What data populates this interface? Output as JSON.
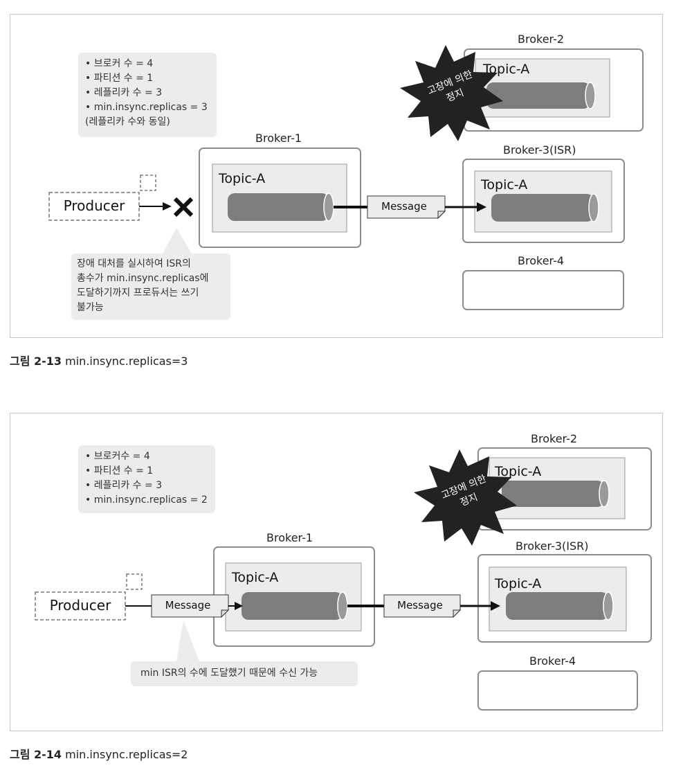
{
  "figures": [
    {
      "notes": [
        "• 브로커 수 = 4",
        "• 파티션 수 = 1",
        "• 레플리카 수 = 3",
        "• min.insync.replicas = 3",
        " (레플리카 수와 동일)"
      ],
      "broker1": "Broker-1",
      "broker2": "Broker-2",
      "broker3": "Broker-3(ISR)",
      "broker4": "Broker-4",
      "topic": "Topic-A",
      "producer": "Producer",
      "message": "Message",
      "failure": [
        "고장에 의한",
        "정지"
      ],
      "callout": [
        "장애 대처를 실시하여 ISR의",
        "총수가 min.insync.replicas에",
        "도달하기까지 프로듀서는 쓰기",
        "불가능"
      ],
      "caption_num": "그림 2-13",
      "caption_text": " min.insync.replicas=3"
    },
    {
      "notes": [
        "• 브로커수 = 4",
        "• 파티션 수 = 1",
        "• 레플리카 수 = 3",
        "• min.insync.replicas = 2"
      ],
      "broker1": "Broker-1",
      "broker2": "Broker-2",
      "broker3": "Broker-3(ISR)",
      "broker4": "Broker-4",
      "topic": "Topic-A",
      "producer": "Producer",
      "message": "Message",
      "failure": [
        "고장에 의한",
        "정지"
      ],
      "callout": "min ISR의 수에 도달했기 때문에 수신 가능",
      "caption_num": "그림 2-14",
      "caption_text": " min.insync.replicas=2"
    }
  ],
  "colors": {
    "cylinder": "#7d7d7d",
    "topic_box": "#ececec",
    "border": "#8c8c8c",
    "note_bg": "#ececec"
  }
}
